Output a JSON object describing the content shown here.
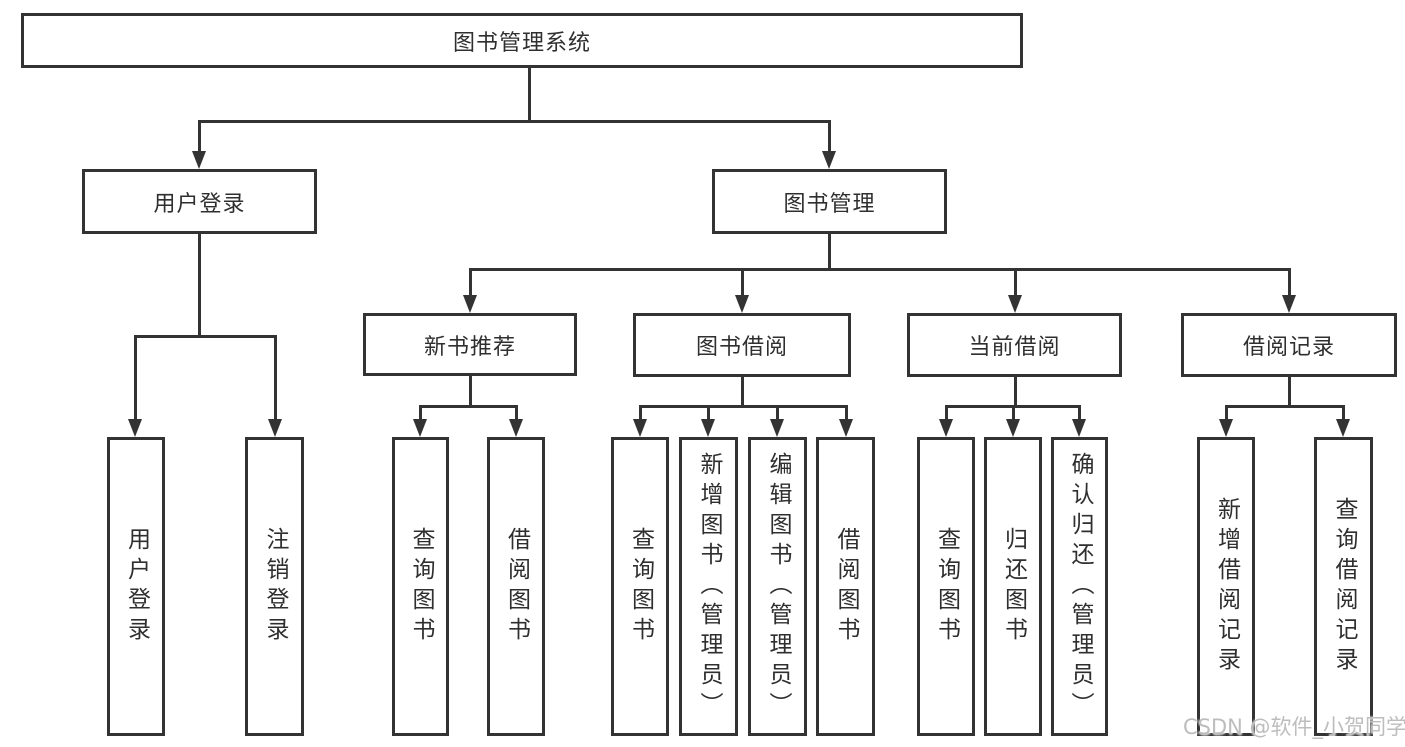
{
  "diagram": {
    "title": "图书管理系统",
    "branches": [
      {
        "label": "用户登录",
        "children": [
          {
            "label": "用户登录"
          },
          {
            "label": "注销登录"
          }
        ]
      },
      {
        "label": "图书管理",
        "children": [
          {
            "label": "新书推荐",
            "children": [
              {
                "label": "查询图书"
              },
              {
                "label": "借阅图书"
              }
            ]
          },
          {
            "label": "图书借阅",
            "children": [
              {
                "label": "查询图书"
              },
              {
                "label": "新增图书（管理员）"
              },
              {
                "label": "编辑图书（管理员）"
              },
              {
                "label": "借阅图书"
              }
            ]
          },
          {
            "label": "当前借阅",
            "children": [
              {
                "label": "查询图书"
              },
              {
                "label": "归还图书"
              },
              {
                "label": "确认归还（管理员）"
              }
            ]
          },
          {
            "label": "借阅记录",
            "children": [
              {
                "label": "新增借阅记录"
              },
              {
                "label": "查询借阅记录"
              }
            ]
          }
        ]
      }
    ]
  },
  "watermark": "CSDN @软件_小贺同学",
  "colors": {
    "line": "#333333",
    "text": "#2f2f2f",
    "watermark": "#bdbdbd",
    "background": "#ffffff"
  }
}
